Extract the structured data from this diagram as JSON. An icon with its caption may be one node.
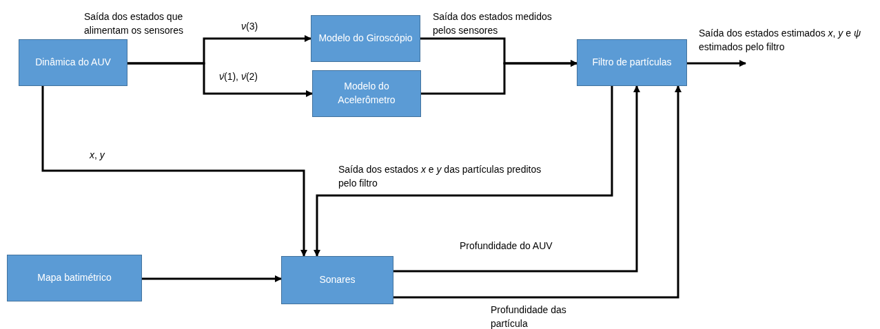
{
  "diagram": {
    "nodes": [
      {
        "text": [
          "Dinâmica do AUV"
        ]
      },
      {
        "text": [
          "Modelo do Giroscópio"
        ]
      },
      {
        "text": [
          "Modelo do Acelerômetro"
        ]
      },
      {
        "text": [
          "Filtro de partículas"
        ]
      },
      {
        "text": [
          "Mapa batimétrico"
        ]
      },
      {
        "text": [
          "Sonares"
        ]
      }
    ],
    "edges": [
      {
        "from": 0,
        "to": 1,
        "arrow": "to",
        "label": "*ν*(3)"
      },
      {
        "from": 0,
        "to": 2,
        "arrow": "to",
        "label": "*ν̇*(1), *ν̇*(2)"
      },
      {
        "from": 1,
        "to": 3,
        "arrow": "to",
        "label": "Saída dos estados medidos pelos sensores"
      },
      {
        "from": 2,
        "to": 3,
        "arrow": "to"
      },
      {
        "from": 3,
        "to": null,
        "arrow": "to",
        "label": "Saída dos estados estimados *x*, *y* e *ψ* estimados pelo filtro"
      },
      {
        "from": 0,
        "to": 5,
        "arrow": "to",
        "label": "*x*, *y*"
      },
      {
        "from": 3,
        "to": 5,
        "arrow": "to",
        "label": "Saída dos estados *x* e *y* das partículas preditos pelo filtro"
      },
      {
        "from": 4,
        "to": 5,
        "arrow": "to"
      },
      {
        "from": 5,
        "to": 3,
        "arrow": "to",
        "label": "Profundidade do AUV"
      },
      {
        "from": 5,
        "to": 3,
        "arrow": "to",
        "label": "Profundidade das partícula"
      }
    ],
    "labels": [
      "Saída dos estados que alimentam os sensores"
    ]
  }
}
